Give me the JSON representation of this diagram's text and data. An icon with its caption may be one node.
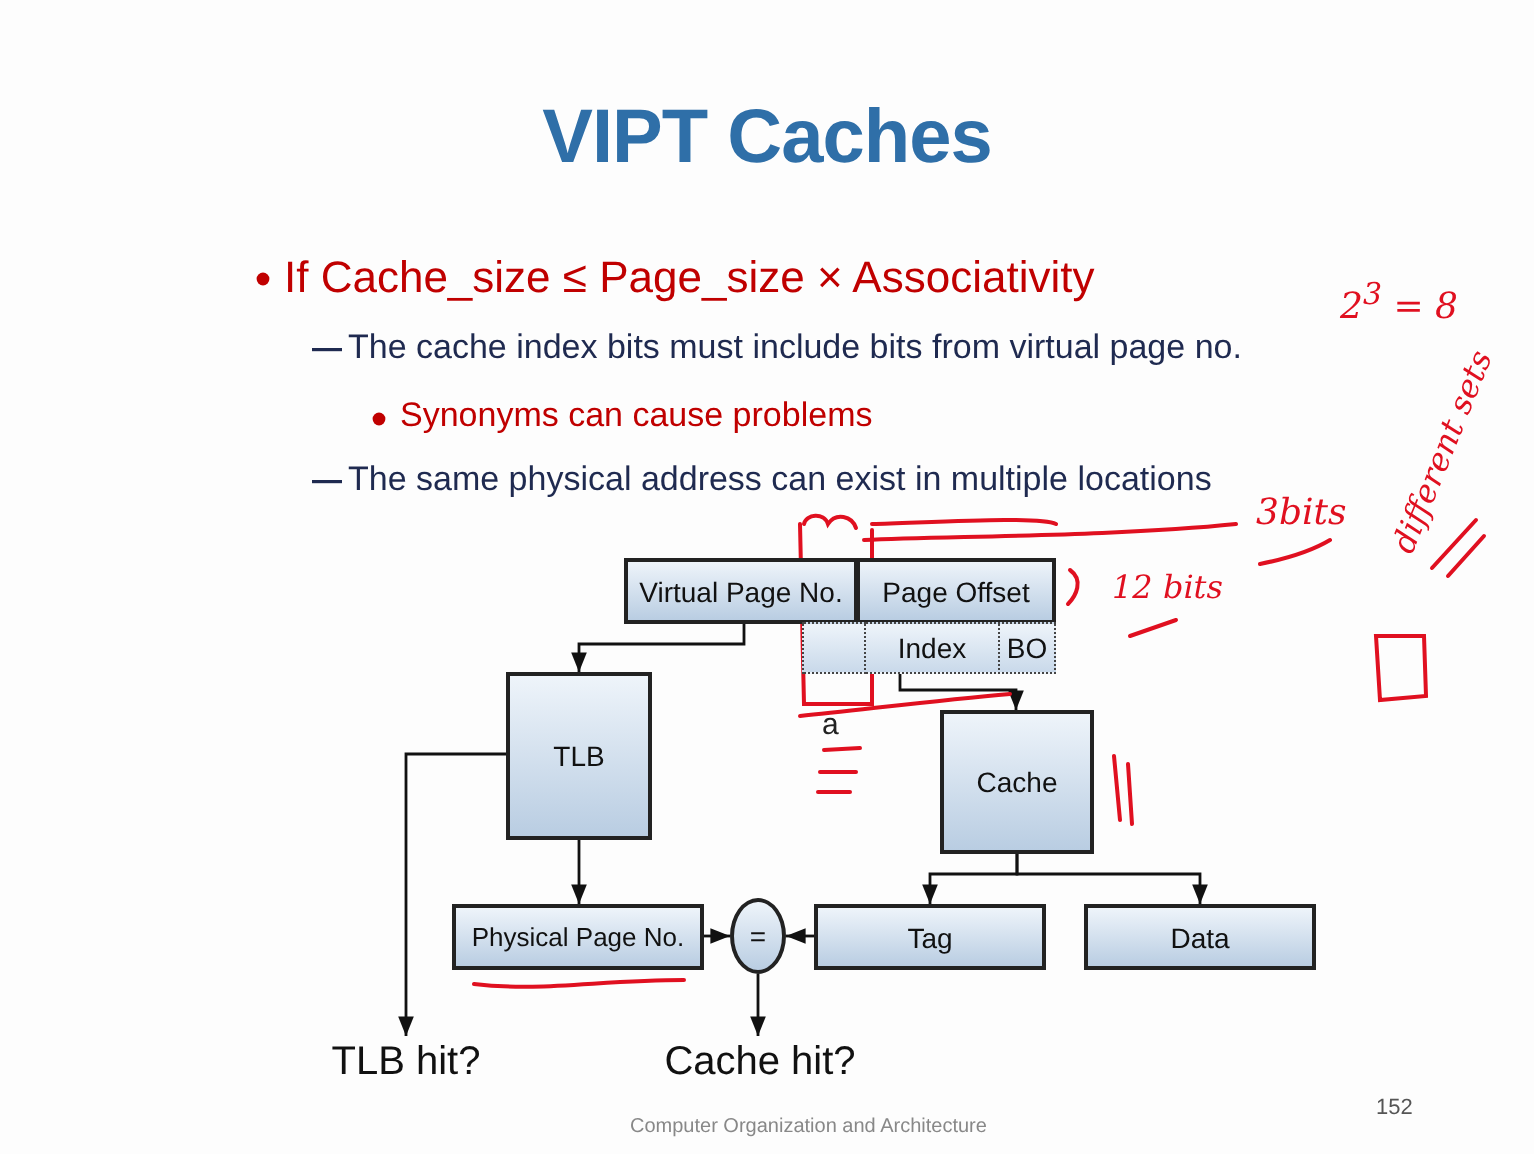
{
  "diagram": {
    "title": "VIPT Caches",
    "nodes": [
      {
        "text": [
          "Virtual Page No."
        ]
      },
      {
        "text": [
          "Page Offset"
        ]
      },
      {
        "text": [],
        "shape": "box"
      },
      {
        "text": [
          "Index"
        ]
      },
      {
        "text": [
          "BO"
        ]
      },
      {
        "text": [
          "TLB"
        ]
      },
      {
        "text": [
          "Cache"
        ]
      },
      {
        "text": [
          "Physical Page No."
        ]
      },
      {
        "text": [
          "="
        ]
      },
      {
        "text": [
          "Tag"
        ]
      },
      {
        "text": [
          "Data"
        ]
      },
      {
        "text": [
          "TLB hit?"
        ]
      },
      {
        "text": [
          "Cache hit?"
        ]
      }
    ],
    "edges": [
      {
        "from": 0,
        "to": 5,
        "arrow": "to"
      },
      {
        "from": 5,
        "to": 7,
        "arrow": "to"
      },
      {
        "from": 5,
        "to": 11,
        "arrow": "to"
      },
      {
        "from": 3,
        "to": 6,
        "arrow": "to"
      },
      {
        "from": 6,
        "to": 9,
        "arrow": "to"
      },
      {
        "from": 6,
        "to": 10,
        "arrow": "to"
      },
      {
        "from": 7,
        "to": 8,
        "arrow": "to"
      },
      {
        "from": 9,
        "to": 8,
        "arrow": "to"
      },
      {
        "from": 8,
        "to": 12,
        "arrow": "to"
      }
    ],
    "labels": [
      "If Cache_size ≤ Page_size × Associativity",
      "The cache index bits must include bits from virtual page no.",
      "Synonyms can cause problems",
      "The same physical address can exist in multiple locations",
      "2$^{3}$ = 8",
      "different sets",
      "3bits",
      "12 bits",
      "a",
      "Computer Organization and Architecture",
      "152"
    ]
  }
}
